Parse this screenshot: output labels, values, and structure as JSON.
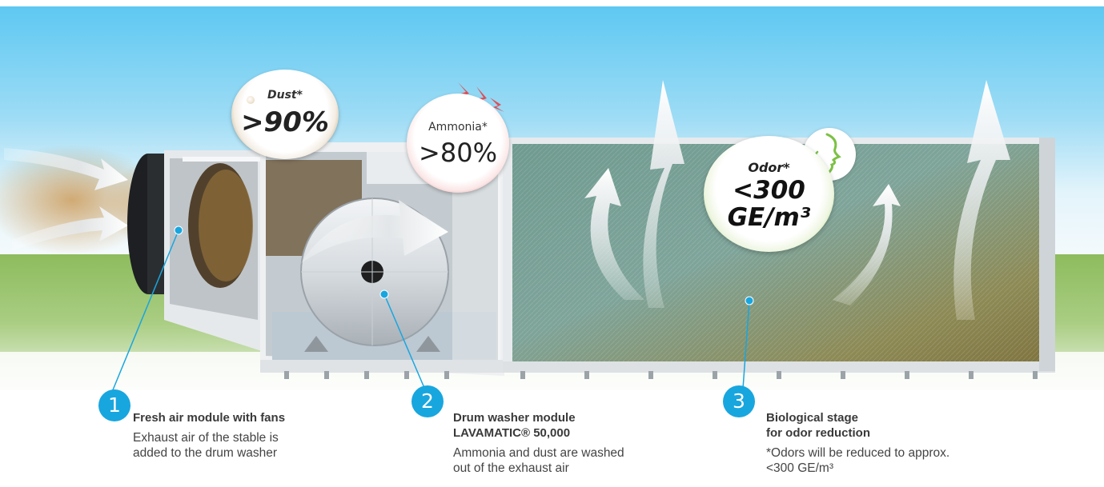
{
  "badges": {
    "dust": {
      "label": "Dust",
      "asterisk": "*",
      "value": ">90%"
    },
    "ammonia": {
      "label": "Ammonia*",
      "value": ">80%"
    },
    "odor": {
      "label": "Odor",
      "asterisk": "*",
      "value_line1": "<300",
      "value_line2": "GE/m³"
    }
  },
  "steps": [
    {
      "number": "1",
      "title": "Fresh air module with fans",
      "title_line2": "",
      "description_line1": "Exhaust air of the stable is",
      "description_line2": "added to the drum washer"
    },
    {
      "number": "2",
      "title": "Drum washer module",
      "title_line2": "LAVAMATIC® 50,000",
      "description_line1": "Ammonia and dust are washed",
      "description_line2": "out of the exhaust air"
    },
    {
      "number": "3",
      "title": "Biological stage",
      "title_line2": "for odor reduction",
      "description_line1": "*Odors will be reduced to approx.",
      "description_line2": "<300 GE/m³"
    }
  ],
  "colors": {
    "sky_top": "#5fc9f2",
    "sky_bottom": "#e9f6fb",
    "grass": "#8fbf5a",
    "step_marker": "#18a6df",
    "dust_ring": "#b08f60",
    "ammonia_ring": "#d2474a",
    "odor_ring": "#7cb446"
  },
  "icons": {
    "dust": "dust-particle-icon",
    "ammonia": "ammonia-spark-icon",
    "odor": "nose-face-icon",
    "airflow": "airflow-arrow-icon"
  }
}
